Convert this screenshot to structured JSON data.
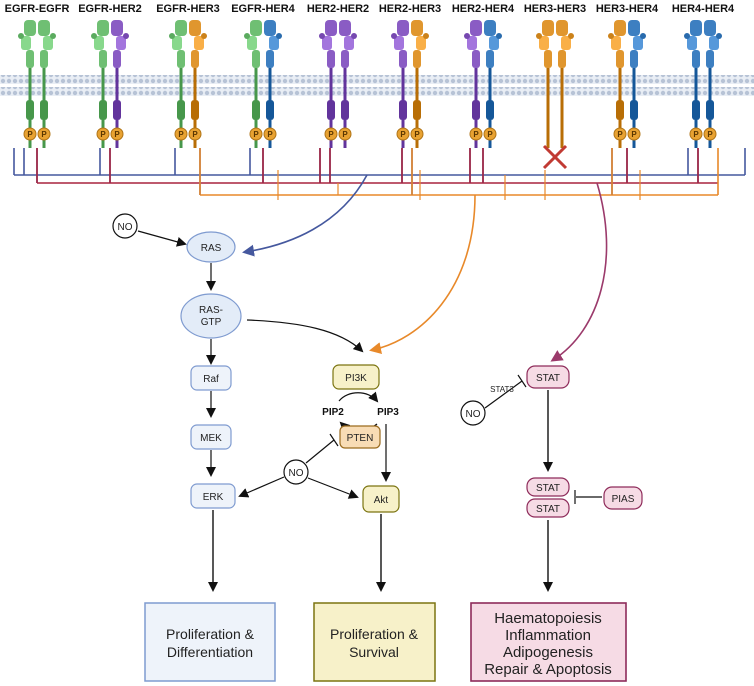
{
  "dimers": [
    {
      "label": "EGFR-EGFR",
      "phospho": true
    },
    {
      "label": "EGFR-HER2",
      "phospho": true
    },
    {
      "label": "EGFR-HER3",
      "phospho": true
    },
    {
      "label": "EGFR-HER4",
      "phospho": true
    },
    {
      "label": "HER2-HER2",
      "phospho": true
    },
    {
      "label": "HER2-HER3",
      "phospho": true
    },
    {
      "label": "HER2-HER4",
      "phospho": true
    },
    {
      "label": "HER3-HER3",
      "phospho": false
    },
    {
      "label": "HER3-HER4",
      "phospho": true
    },
    {
      "label": "HER4-HER4",
      "phospho": true
    }
  ],
  "phospho_label": "P",
  "nodes": {
    "ras": "RAS",
    "ras_gtp_1": "RAS-",
    "ras_gtp_2": "GTP",
    "raf": "Raf",
    "mek": "MEK",
    "erk": "ERK",
    "pi3k": "PI3K",
    "pip2": "PIP2",
    "pip3": "PIP3",
    "pten": "PTEN",
    "akt": "Akt",
    "stat": "STAT",
    "stat_dimer_top": "STAT",
    "stat_dimer_bottom": "STAT",
    "pias": "PIAS",
    "stat3_label": "STAT3",
    "no": "NO"
  },
  "outcomes": {
    "mapk": [
      "Proliferation &",
      "Differentiation"
    ],
    "pi3k": [
      "Proliferation &",
      "Survival"
    ],
    "stat": [
      "Haematopoiesis",
      "Inflammation",
      "Adipogenesis",
      "Repair & Apoptosis"
    ]
  },
  "colors": {
    "egfr": "#6fbf73",
    "her2": "#8a5cc4",
    "her3": "#e0962e",
    "her4": "#3d7fc1",
    "mapk_path": "#45589e",
    "pi3k_path": "#e8892a",
    "stat_path": "#9b3a6b",
    "red_path": "#a8233e",
    "membrane": "#b7c3d6",
    "phospho": "#e8a232",
    "mapk_fill": "#eef3fa",
    "mapk_stroke": "#7f9bd0",
    "pi3k_fill": "#f7f1c9",
    "pi3k_stroke": "#7b7410",
    "stat_fill": "#f6dbe5",
    "stat_stroke": "#8e2b5a",
    "cross": "#c13a33"
  }
}
